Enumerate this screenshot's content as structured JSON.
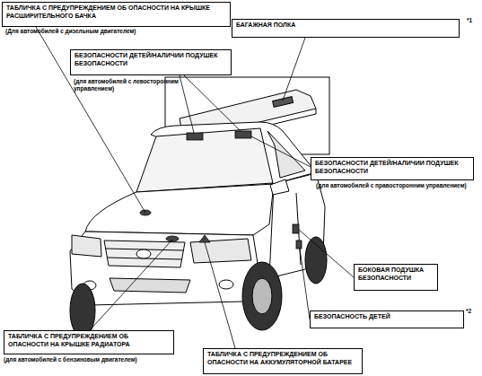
{
  "diagram": {
    "nodes": [
      {
        "text": [
          "ТАБЛИЧКА С ПРЕДУПРЕЖДЕНИЕМ ОБ ОПАСНОСТИ НА КРЫШКЕ РАСШИРИТЕЛЬНОГО БАЧКА"
        ]
      },
      {
        "text": [
          "БАГАЖНАЯ ПОЛКА"
        ]
      },
      {
        "text": [
          "БЕЗОПАСНОСТИ ДЕТЕЙ/НАЛИЧИИ ПОДУШЕК БЕЗОПАСНОСТИ"
        ]
      },
      {
        "text": [
          "БЕЗОПАСНОСТИ ДЕТЕЙ/НАЛИЧИИ ПОДУШЕК БЕЗОПАСНОСТИ"
        ]
      },
      {
        "text": [
          "БОКОВАЯ ПОДУШКА БЕЗОПАСНОСТИ"
        ]
      },
      {
        "text": [
          "БЕЗОПАСНОСТЬ ДЕТЕЙ"
        ]
      },
      {
        "text": [
          "ТАБЛИЧКА С ПРЕДУПРЕЖДЕНИЕМ ОБ ОПАСНОСТИ НА КРЫШКЕ РАДИАТОРА"
        ]
      },
      {
        "text": [
          "ТАБЛИЧКА С ПРЕДУПРЕЖДЕНИЕМ ОБ ОПАСНОСТИ НА АККУМУЛЯТОРНОЙ БАТАРЕЕ"
        ]
      }
    ],
    "labels": [
      "(Для автомобилей с дизельным двигателем)",
      "*1",
      "(для автомобилей с левосторонним управлением)",
      "(для автомобилей с правосторонним управлением)",
      "*2",
      "(для автомобилей с бензиновым двигателем)"
    ]
  }
}
